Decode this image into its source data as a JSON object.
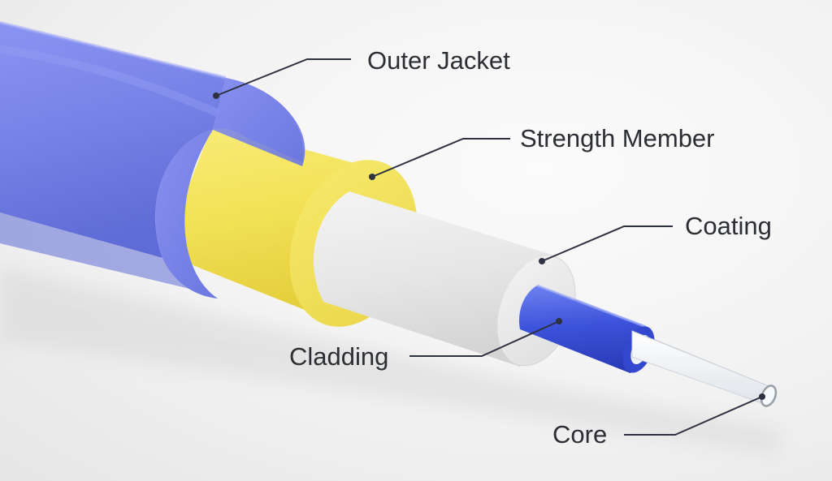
{
  "diagram": {
    "labels": {
      "outer_jacket": "Outer Jacket",
      "strength_member": "Strength Member",
      "coating": "Coating",
      "cladding": "Cladding",
      "core": "Core"
    },
    "colors": {
      "outer_jacket": "#7b85e8",
      "strength_member": "#f2e45e",
      "coating": "#ececec",
      "cladding": "#3f56e0",
      "core": "#f4f6f8",
      "leader_line": "#2e3140"
    }
  }
}
